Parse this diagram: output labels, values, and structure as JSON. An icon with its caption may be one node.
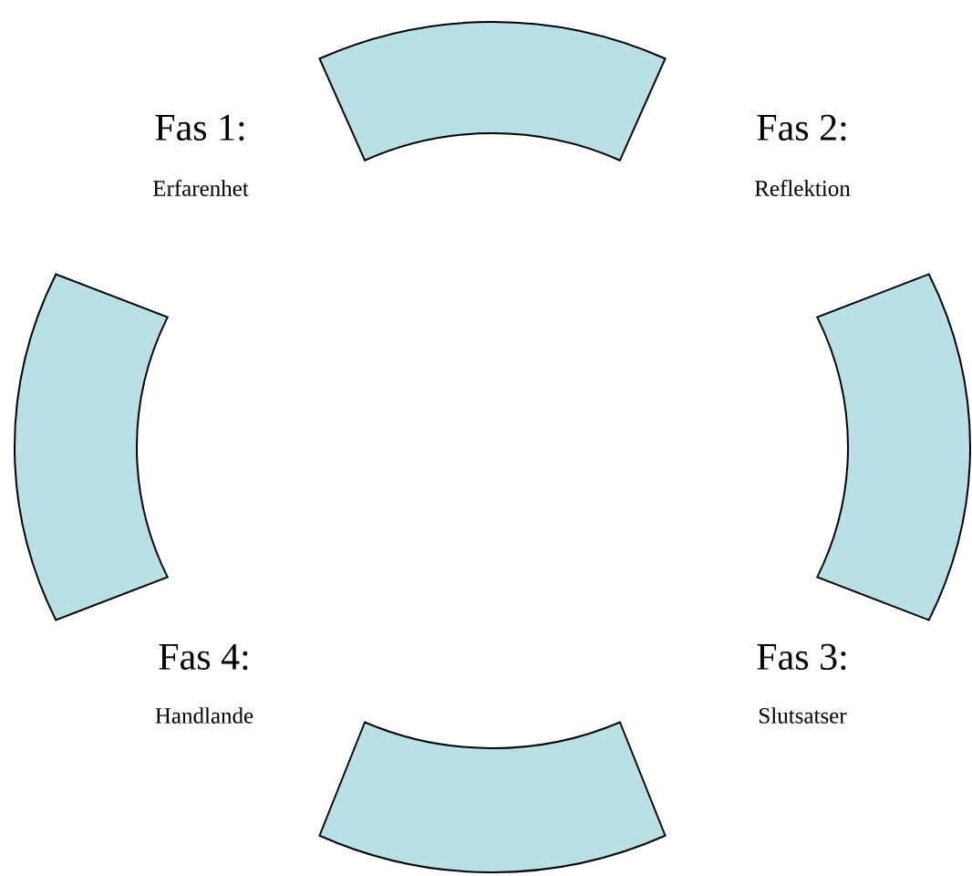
{
  "diagram": {
    "nodes": [
      {
        "text": [],
        "shape": "arc"
      },
      {
        "text": [],
        "shape": "arc"
      },
      {
        "text": [],
        "shape": "arc"
      },
      {
        "text": [],
        "shape": "arc"
      }
    ],
    "labels": [
      "Fas 1:",
      "Erfarenhet",
      "Fas 2:",
      "Reflektion",
      "Fas 4:",
      "Handlande",
      "Fas 3:",
      "Slutsatser"
    ]
  }
}
